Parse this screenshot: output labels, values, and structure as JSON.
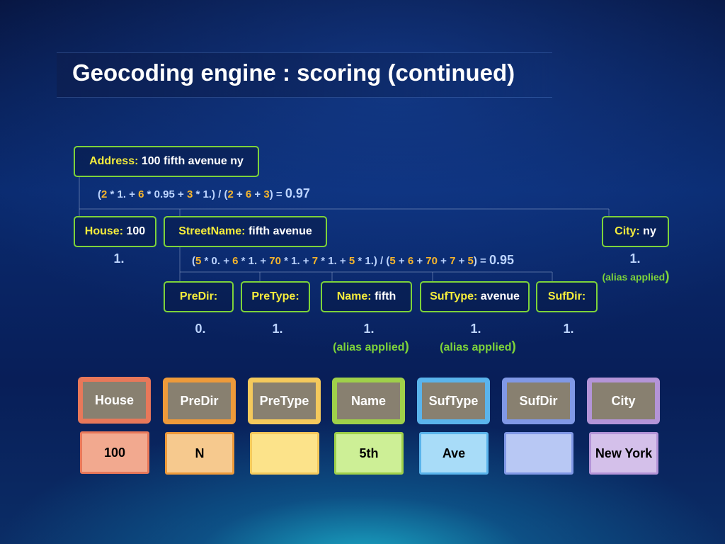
{
  "title": "Geocoding engine : scoring (continued)",
  "address": {
    "label": "Address:",
    "value": "100 fifth avenue ny"
  },
  "formula_top": {
    "parts": [
      "(",
      "2",
      " * 1.  + ",
      "6",
      " * 0.95 + ",
      "3",
      " * 1.) / (",
      "2",
      " + ",
      "6",
      " + ",
      "3",
      ") = "
    ],
    "result": "0.97"
  },
  "house": {
    "label": "House:",
    "value": "100",
    "score": "1."
  },
  "streetname": {
    "label": "StreetName:",
    "value": "fifth avenue"
  },
  "city": {
    "label": "City:",
    "value": "ny",
    "score": "1.",
    "note": "(alias applied",
    "note_paren": ")"
  },
  "formula_street": {
    "parts": [
      "(",
      "5",
      " * 0. + ",
      "6",
      " * 1. + ",
      "70",
      " * 1. + ",
      "7",
      " * 1. + ",
      "5",
      " * 1.) / (",
      "5",
      " + ",
      "6",
      " + ",
      "70",
      " + ",
      "7",
      " + ",
      "5",
      ") = "
    ],
    "result": "0.95"
  },
  "components": [
    {
      "label": "PreDir:",
      "value": "",
      "score": "0.",
      "note": ""
    },
    {
      "label": "PreType:",
      "value": "",
      "score": "1.",
      "note": ""
    },
    {
      "label": "Name:",
      "value": "fifth",
      "score": "1.",
      "note": "(alias applied",
      "note_paren": ")"
    },
    {
      "label": "SufType:",
      "value": "avenue",
      "score": "1.",
      "note": "(alias applied",
      "note_paren": ")"
    },
    {
      "label": "SufDir:",
      "value": "",
      "score": "1.",
      "note": ""
    }
  ],
  "fields": [
    {
      "name": "House",
      "value": "100",
      "color": "#e8785a",
      "value_bg": "#f2a98f"
    },
    {
      "name": "PreDir",
      "value": "N",
      "color": "#ee9a3a",
      "value_bg": "#f6c98e"
    },
    {
      "name": "PreType",
      "value": "",
      "color": "#f4c95c",
      "value_bg": "#fce38a"
    },
    {
      "name": "Name",
      "value": "5th",
      "color": "#9fd04a",
      "value_bg": "#cdef96"
    },
    {
      "name": "SufType",
      "value": "Ave",
      "color": "#5ab4ec",
      "value_bg": "#a8dcf8"
    },
    {
      "name": "SufDir",
      "value": "",
      "color": "#8098e6",
      "value_bg": "#b8c8f4"
    },
    {
      "name": "City",
      "value": "New York",
      "color": "#b494d8",
      "value_bg": "#d4c0ea"
    }
  ],
  "colors": {
    "box_border": "#7dd33a",
    "label_yellow": "#f4ec3c",
    "formula_text": "#bcd4ff",
    "formula_number": "#f6b52c",
    "tile_inner": "#888070"
  }
}
